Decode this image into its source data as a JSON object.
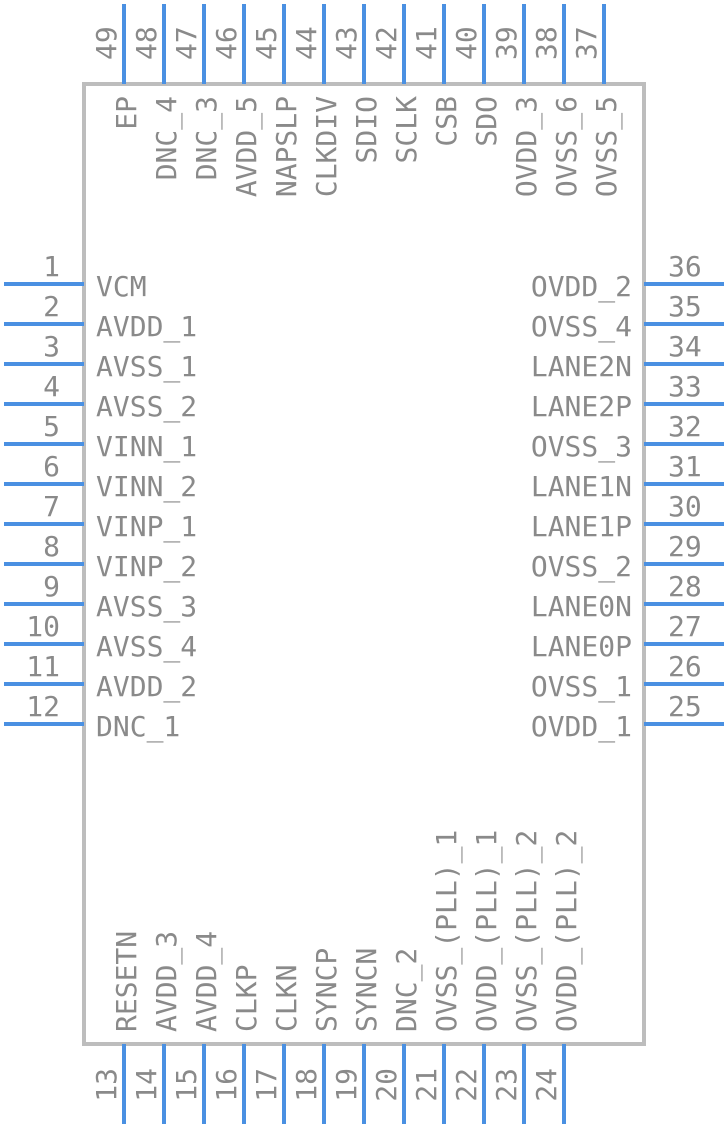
{
  "colors": {
    "pin": "#4a90e2",
    "body": "#bdbdbd",
    "text": "#8a8a8a",
    "background": "#ffffff"
  },
  "pins": {
    "left": [
      {
        "num": "1",
        "name": "VCM"
      },
      {
        "num": "2",
        "name": "AVDD_1"
      },
      {
        "num": "3",
        "name": "AVSS_1"
      },
      {
        "num": "4",
        "name": "AVSS_2"
      },
      {
        "num": "5",
        "name": "VINN_1"
      },
      {
        "num": "6",
        "name": "VINN_2"
      },
      {
        "num": "7",
        "name": "VINP_1"
      },
      {
        "num": "8",
        "name": "VINP_2"
      },
      {
        "num": "9",
        "name": "AVSS_3"
      },
      {
        "num": "10",
        "name": "AVSS_4"
      },
      {
        "num": "11",
        "name": "AVDD_2"
      },
      {
        "num": "12",
        "name": "DNC_1"
      }
    ],
    "bottom": [
      {
        "num": "13",
        "name": "RESETN"
      },
      {
        "num": "14",
        "name": "AVDD_3"
      },
      {
        "num": "15",
        "name": "AVDD_4"
      },
      {
        "num": "16",
        "name": "CLKP"
      },
      {
        "num": "17",
        "name": "CLKN"
      },
      {
        "num": "18",
        "name": "SYNCP"
      },
      {
        "num": "19",
        "name": "SYNCN"
      },
      {
        "num": "20",
        "name": "DNC_2"
      },
      {
        "num": "21",
        "name": "OVSS_(PLL)_1"
      },
      {
        "num": "22",
        "name": "OVDD_(PLL)_1"
      },
      {
        "num": "23",
        "name": "OVSS_(PLL)_2"
      },
      {
        "num": "24",
        "name": "OVDD_(PLL)_2"
      }
    ],
    "right": [
      {
        "num": "25",
        "name": "OVDD_1"
      },
      {
        "num": "26",
        "name": "OVSS_1"
      },
      {
        "num": "27",
        "name": "LANE0P"
      },
      {
        "num": "28",
        "name": "LANE0N"
      },
      {
        "num": "29",
        "name": "OVSS_2"
      },
      {
        "num": "30",
        "name": "LANE1P"
      },
      {
        "num": "31",
        "name": "LANE1N"
      },
      {
        "num": "32",
        "name": "OVSS_3"
      },
      {
        "num": "33",
        "name": "LANE2P"
      },
      {
        "num": "34",
        "name": "LANE2N"
      },
      {
        "num": "35",
        "name": "OVSS_4"
      },
      {
        "num": "36",
        "name": "OVDD_2"
      }
    ],
    "top": [
      {
        "num": "37",
        "name": "OVSS_5"
      },
      {
        "num": "38",
        "name": "OVSS_6"
      },
      {
        "num": "39",
        "name": "OVDD_3"
      },
      {
        "num": "40",
        "name": "SDO"
      },
      {
        "num": "41",
        "name": "CSB"
      },
      {
        "num": "42",
        "name": "SCLK"
      },
      {
        "num": "43",
        "name": "SDIO"
      },
      {
        "num": "44",
        "name": "CLKDIV"
      },
      {
        "num": "45",
        "name": "NAPSLP"
      },
      {
        "num": "46",
        "name": "AVDD_5"
      },
      {
        "num": "47",
        "name": "DNC_3"
      },
      {
        "num": "48",
        "name": "DNC_4"
      },
      {
        "num": "49",
        "name": "EP"
      }
    ]
  }
}
